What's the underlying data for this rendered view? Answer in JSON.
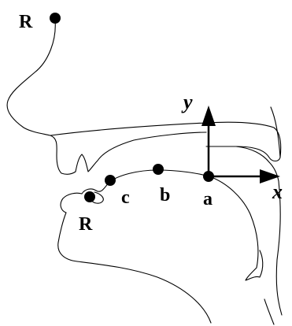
{
  "diagram": {
    "labels": {
      "r_top": "R",
      "r_bottom": "R",
      "a": "a",
      "b": "b",
      "c": "c",
      "x_axis": "x",
      "y_axis": "y"
    },
    "colors": {
      "ink": "#000000",
      "background": "#ffffff"
    },
    "point_marker": "filled-circle",
    "axes_style": "arrows"
  }
}
